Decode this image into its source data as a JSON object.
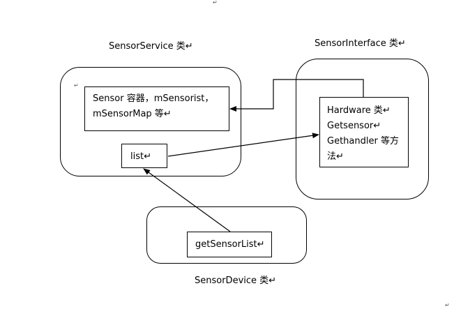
{
  "top_mark": "↵",
  "sensor_service": {
    "title": "SensorService 类↵",
    "corner_mark": "↵",
    "container_lines": [
      "Sensor 容器，mSensorist，",
      "mSensorMap 等↵"
    ],
    "list_label": "list↵"
  },
  "sensor_interface": {
    "title": "SensorInterface 类↵",
    "lines": [
      "Hardware 类↵",
      "Getsensor↵",
      "Gethandler 等方",
      "法↵"
    ]
  },
  "sensor_device": {
    "method_label": "getSensorList↵",
    "title": "SensorDevice 类↵"
  },
  "corner_mark": "↵"
}
